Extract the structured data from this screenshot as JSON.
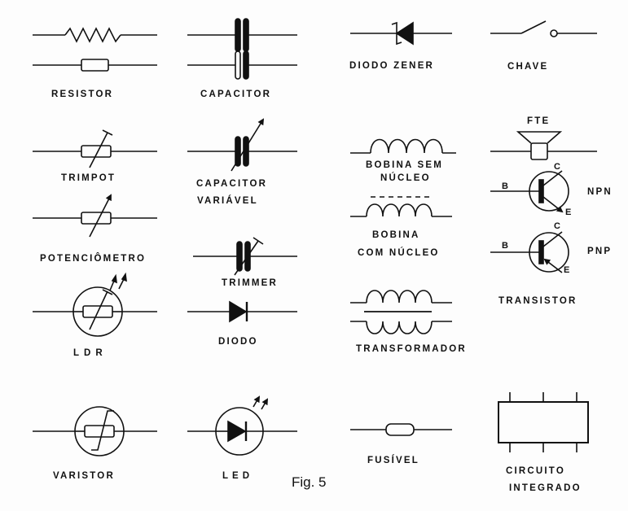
{
  "figure_label": "Fig. 5",
  "labels": {
    "resistor": "RESISTOR",
    "capacitor": "CAPACITOR",
    "diodo_zener": "DIODO  ZENER",
    "chave": "CHAVE",
    "trimpot": "TRIMPOT",
    "capacitor_variavel_1": "CAPACITOR",
    "capacitor_variavel_2": "VARIÁVEL",
    "bobina_sem_nucleo_1": "BOBINA SEM",
    "bobina_sem_nucleo_2": "NÚCLEO",
    "fte": "FTE",
    "potenciometro": "POTENCIÔMETRO",
    "bobina_com_nucleo_1": "BOBINA",
    "bobina_com_nucleo_2": "COM  NÚCLEO",
    "trimmer": "TRIMMER",
    "ldr": "LDR",
    "diodo": "DIODO",
    "transformador": "TRANSFORMADOR",
    "transistor": "TRANSISTOR",
    "varistor": "VARISTOR",
    "led": "LED",
    "fusivel": "FUSÍVEL",
    "circuito_integrado_1": "CIRCUITO",
    "circuito_integrado_2": "INTEGRADO"
  },
  "transistor_pins": {
    "npn": "NPN",
    "pnp": "PNP",
    "base": "B",
    "collector": "C",
    "emitter": "E"
  },
  "colors": {
    "ink": "#111111",
    "paper": "#fdfdfd"
  }
}
